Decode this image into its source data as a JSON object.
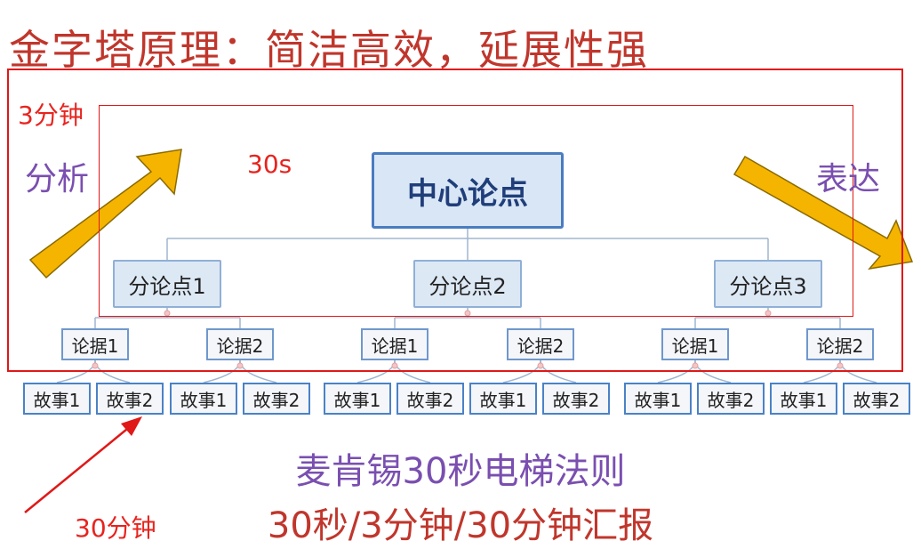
{
  "title": "金字塔原理：简洁高效，延展性强",
  "labels": {
    "three_min": "3分钟",
    "thirty_s": "30s",
    "thirty_min": "30分钟",
    "analysis": "分析",
    "expression": "表达"
  },
  "center": "中心论点",
  "sub_points": [
    "分论点1",
    "分论点2",
    "分论点3"
  ],
  "evidence": [
    "论据1",
    "论据2",
    "论据1",
    "论据2",
    "论据1",
    "论据2"
  ],
  "stories": [
    "故事1",
    "故事2",
    "故事1",
    "故事2",
    "故事1",
    "故事2",
    "故事1",
    "故事2",
    "故事1",
    "故事2",
    "故事1",
    "故事2"
  ],
  "bottom_line1": "麦肯锡30秒电梯法则",
  "bottom_line2": "30秒/3分钟/30分钟汇报",
  "colors": {
    "title_red": "#c0362c",
    "annotation_red": "#e8231e",
    "purple": "#7a4fb0",
    "arrow_yellow": "#f5b400",
    "box_blue": "#4a7cc0"
  }
}
